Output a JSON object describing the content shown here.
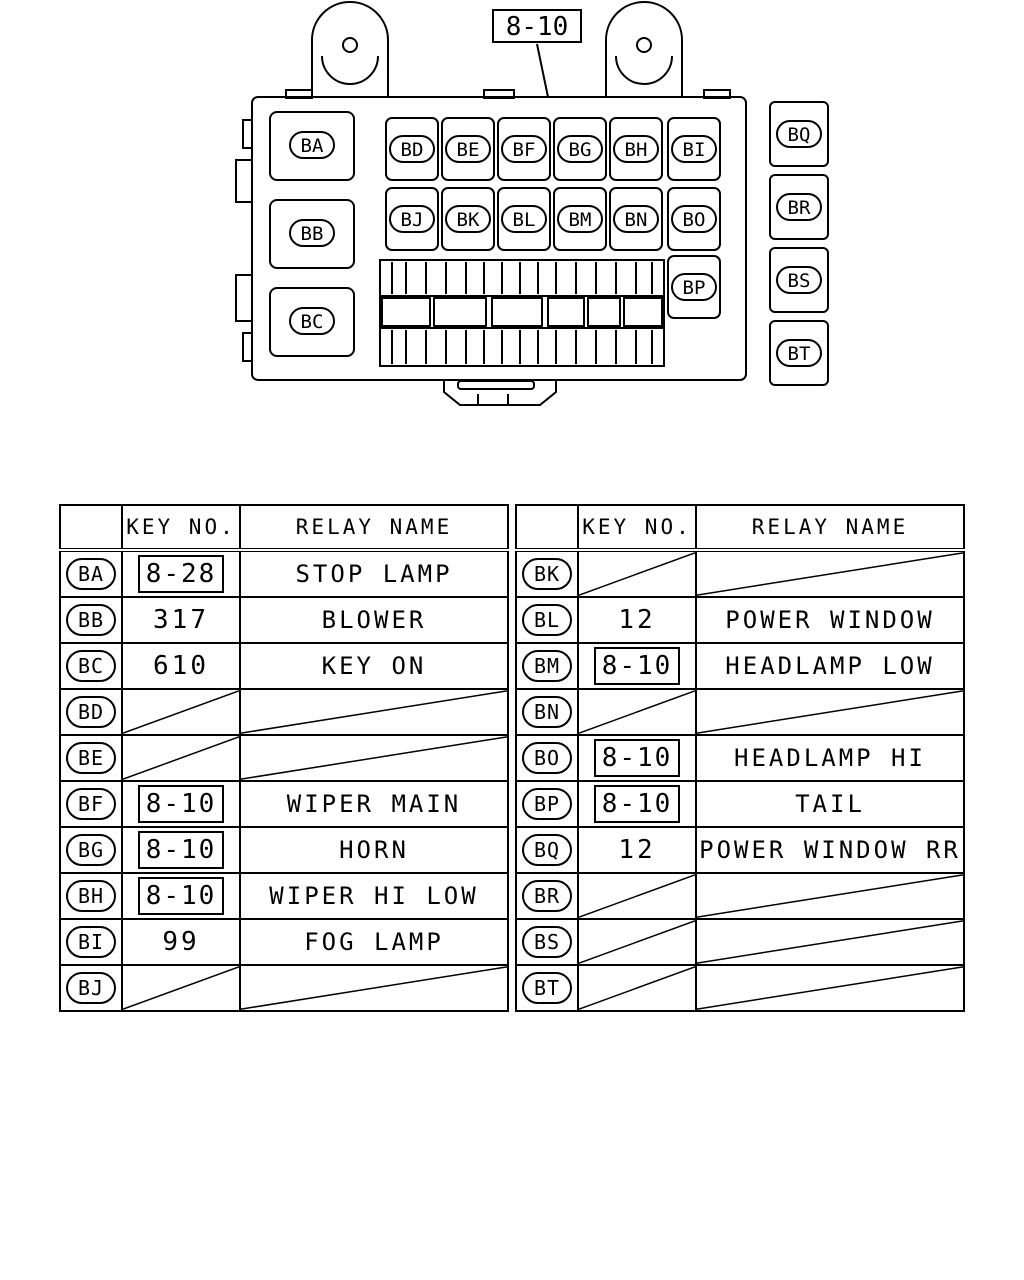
{
  "callout": "8-10",
  "box_labels": {
    "BA": "BA",
    "BB": "BB",
    "BC": "BC",
    "BD": "BD",
    "BE": "BE",
    "BF": "BF",
    "BG": "BG",
    "BH": "BH",
    "BI": "BI",
    "BJ": "BJ",
    "BK": "BK",
    "BL": "BL",
    "BM": "BM",
    "BN": "BN",
    "BO": "BO",
    "BP": "BP",
    "BQ": "BQ",
    "BR": "BR",
    "BS": "BS",
    "BT": "BT"
  },
  "table_headers": {
    "key": "KEY NO.",
    "relay": "RELAY NAME"
  },
  "left_rows": [
    {
      "loc": "BA",
      "key": "8-28",
      "boxed": true,
      "name": "STOP LAMP"
    },
    {
      "loc": "BB",
      "key": "317",
      "boxed": false,
      "name": "BLOWER"
    },
    {
      "loc": "BC",
      "key": "610",
      "boxed": false,
      "name": "KEY ON"
    },
    {
      "loc": "BD",
      "key": "",
      "boxed": false,
      "name": ""
    },
    {
      "loc": "BE",
      "key": "",
      "boxed": false,
      "name": ""
    },
    {
      "loc": "BF",
      "key": "8-10",
      "boxed": true,
      "name": "WIPER MAIN"
    },
    {
      "loc": "BG",
      "key": "8-10",
      "boxed": true,
      "name": "HORN"
    },
    {
      "loc": "BH",
      "key": "8-10",
      "boxed": true,
      "name": "WIPER HI LOW"
    },
    {
      "loc": "BI",
      "key": "99",
      "boxed": false,
      "name": "FOG LAMP"
    },
    {
      "loc": "BJ",
      "key": "",
      "boxed": false,
      "name": ""
    }
  ],
  "right_rows": [
    {
      "loc": "BK",
      "key": "",
      "boxed": false,
      "name": ""
    },
    {
      "loc": "BL",
      "key": "12",
      "boxed": false,
      "name": "POWER WINDOW"
    },
    {
      "loc": "BM",
      "key": "8-10",
      "boxed": true,
      "name": "HEADLAMP LOW"
    },
    {
      "loc": "BN",
      "key": "",
      "boxed": false,
      "name": ""
    },
    {
      "loc": "BO",
      "key": "8-10",
      "boxed": true,
      "name": "HEADLAMP HI"
    },
    {
      "loc": "BP",
      "key": "8-10",
      "boxed": true,
      "name": "TAIL"
    },
    {
      "loc": "BQ",
      "key": "12",
      "boxed": false,
      "name": "POWER WINDOW RR"
    },
    {
      "loc": "BR",
      "key": "",
      "boxed": false,
      "name": ""
    },
    {
      "loc": "BS",
      "key": "",
      "boxed": false,
      "name": ""
    },
    {
      "loc": "BT",
      "key": "",
      "boxed": false,
      "name": ""
    }
  ]
}
